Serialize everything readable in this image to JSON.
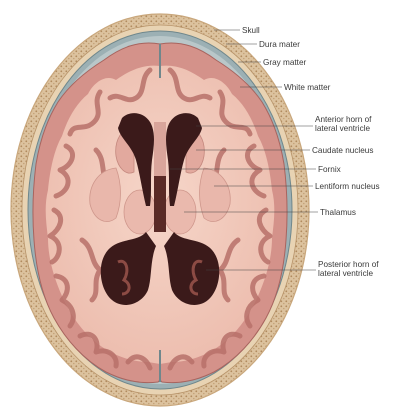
{
  "labels": {
    "skull": "Skull",
    "dura_mater": "Dura mater",
    "gray_matter": "Gray matter",
    "white_matter": "White matter",
    "anterior_horn_line1": "Anterior horn of",
    "anterior_horn_line2": "lateral ventricle",
    "caudate_nucleus": "Caudate nucleus",
    "fornix": "Fornix",
    "lentiform_nucleus": "Lentiform nucleus",
    "thalamus": "Thalamus",
    "posterior_horn_line1": "Posterior horn of",
    "posterior_horn_line2": "lateral ventricle"
  },
  "colors": {
    "skull_outer": "#d9bf9a",
    "skull_dots": "#b08a5e",
    "dura": "#8fa3a8",
    "gray_matter": "#d4928a",
    "white_matter": "#f1c9bc",
    "ventricle": "#3b1a1a",
    "deep_nuclei": "#e7b3a8"
  }
}
